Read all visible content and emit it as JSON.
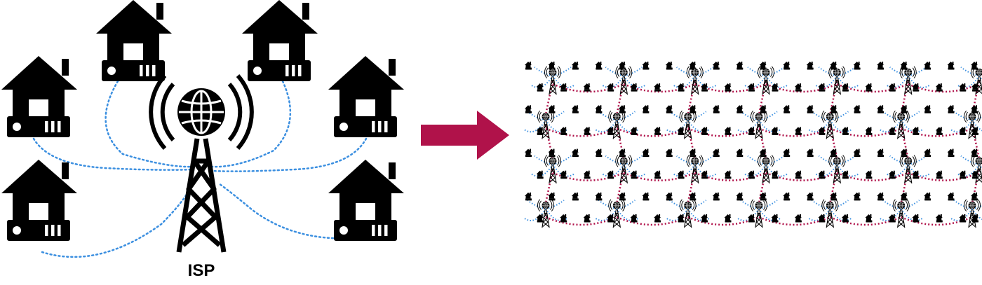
{
  "isp_label": "ISP",
  "colors": {
    "ink": "#000000",
    "link_home": "#3b8fe0",
    "link_tower": "#b0124a",
    "arrow": "#b0124a",
    "background": "#ffffff"
  },
  "icons": {
    "house": "house-icon",
    "router": "router-icon",
    "tower": "radio-tower-icon",
    "globe": "globe-icon",
    "arrow": "arrow-right-icon"
  },
  "single_network": {
    "tower_count": 1,
    "home_count": 6
  },
  "mesh_network": {
    "tower_rows": 4,
    "tower_columns": 7,
    "home_columns": 20,
    "home_rows": 8
  }
}
